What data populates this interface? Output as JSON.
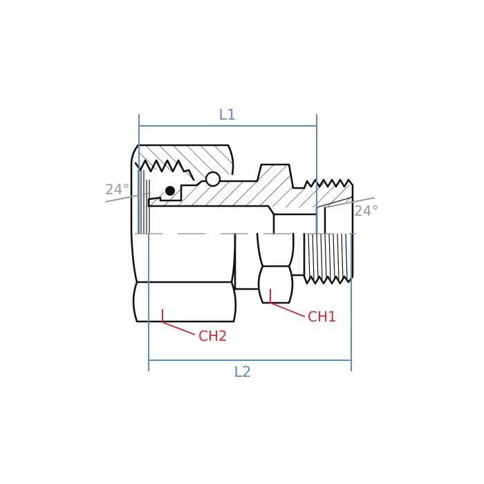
{
  "drawing": {
    "title": "Swivel nut adapter fitting - technical drawing",
    "dimensions": {
      "l1": "L1",
      "l2": "L2"
    },
    "angles": {
      "left": "24°",
      "right": "24°"
    },
    "callouts": {
      "ch1": "CH1",
      "ch2": "CH2"
    },
    "colors": {
      "dimension": "#5b8ac6",
      "callout": "#d62b36",
      "angle": "#999999",
      "outline": "#111111"
    }
  }
}
